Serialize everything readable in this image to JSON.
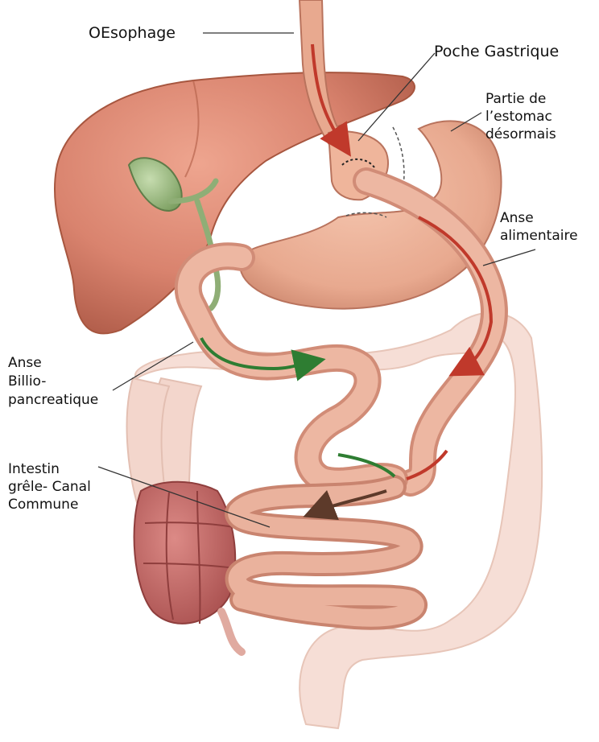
{
  "labels": {
    "oesophage": "OEsophage",
    "poche_gastrique": "Poche Gastrique",
    "partie_estomac": [
      "Partie de",
      "l’estomac",
      "désormais"
    ],
    "anse_alimentaire": [
      "Anse",
      "alimentaire"
    ],
    "anse_billio": [
      "Anse",
      "Billio-",
      "pancreatique"
    ],
    "intestin": [
      "Intestin",
      "grêle- Canal",
      "Commune"
    ]
  },
  "colors": {
    "liver": "#d9836e",
    "stomach": "#e8a98f",
    "small_intestine": "#e2a08e",
    "colon": "#f3d6cc",
    "rectum_cecum": "#c06a68",
    "gallbladder": "#9fbf86",
    "food_arrow": "#c0392b",
    "bile_arrow": "#2e7d32",
    "mixed_arrow": "#5d3a2a"
  }
}
